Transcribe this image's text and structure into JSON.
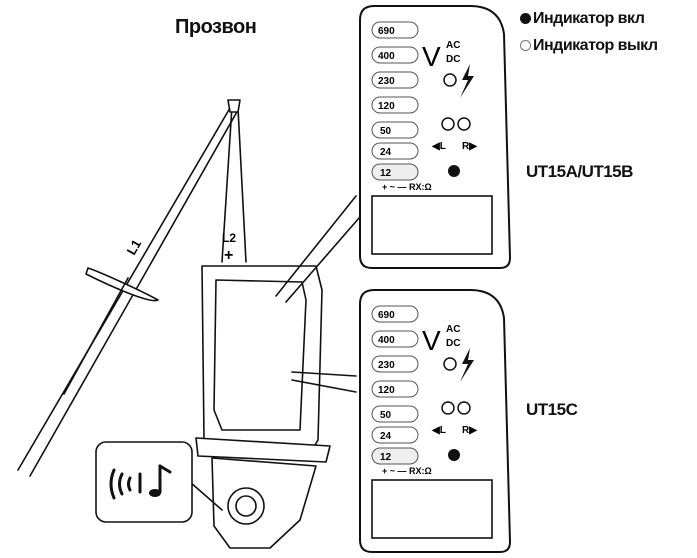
{
  "title": "Прозвон",
  "legend": {
    "on": "Индикатор вкл",
    "off": "Индикатор выкл"
  },
  "models": {
    "top": "UT15A/UT15B",
    "bottom": "UT15C"
  },
  "probe": {
    "l1_label": "L1",
    "l2_label": "L2",
    "plus_symbol": "+"
  },
  "panel": {
    "voltages": [
      "690",
      "400",
      "230",
      "120",
      "50",
      "24",
      "12"
    ],
    "v_symbol": "V",
    "ac": "AC",
    "dc": "DC",
    "left_label": "◀L",
    "right_label": "R▶",
    "bottom_row": "+ ~ — RX:Ω"
  },
  "sound_icon": "buzzer-sound-icon",
  "colors": {
    "ink": "#111111",
    "led_off": "#ffffff",
    "led_on": "#111111"
  }
}
